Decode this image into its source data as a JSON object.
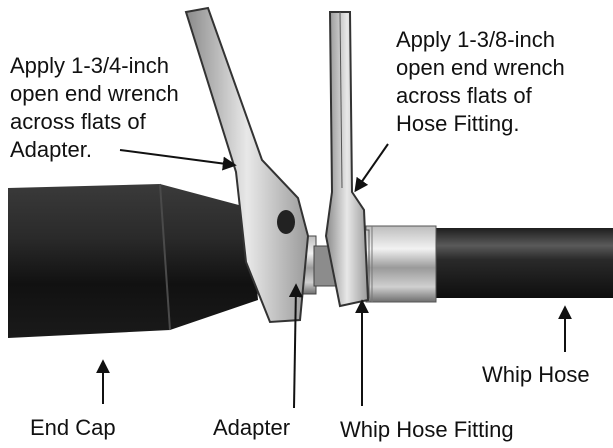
{
  "callouts": {
    "adapter_wrench": "Apply 1-3/4-inch\nopen end wrench\nacross flats of\nAdapter.",
    "fitting_wrench": "Apply 1-3/8-inch\nopen end wrench\nacross flats of\nHose Fitting."
  },
  "labels": {
    "end_cap": "End Cap",
    "adapter": "Adapter",
    "whip_hose_fitting": "Whip Hose Fitting",
    "whip_hose": "Whip Hose"
  }
}
